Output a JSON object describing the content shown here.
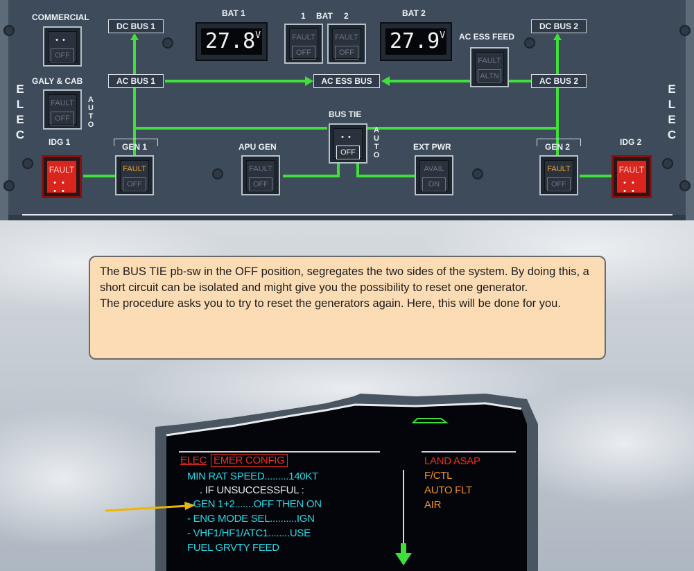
{
  "panel": {
    "commercial": {
      "title": "COMMERCIAL",
      "button": "OFF"
    },
    "galy_cab": {
      "title": "GALY & CAB",
      "fault": "FAULT",
      "off": "OFF",
      "auto": [
        "A",
        "U",
        "T",
        "O"
      ]
    },
    "elec_left": [
      "E",
      "L",
      "E",
      "C"
    ],
    "elec_right": [
      "E",
      "L",
      "E",
      "C"
    ],
    "dc_bus_1": "DC BUS 1",
    "dc_bus_2": "DC BUS 2",
    "ac_bus_1": "AC BUS 1",
    "ac_bus_2": "AC BUS 2",
    "ac_ess_bus": "AC ESS BUS",
    "bat1": {
      "title": "BAT 1",
      "value": "27.8",
      "unit": "V"
    },
    "bat2": {
      "title": "BAT 2",
      "value": "27.9",
      "unit": "V"
    },
    "bat_pb": {
      "title_left": "1",
      "title_mid": "BAT",
      "title_right": "2",
      "fault": "FAULT",
      "off": "OFF"
    },
    "ac_ess_feed": {
      "title": "AC ESS FEED",
      "fault": "FAULT",
      "altn": "ALTN"
    },
    "bus_tie": {
      "title": "BUS TIE",
      "button": "OFF",
      "auto": [
        "A",
        "U",
        "T",
        "O"
      ]
    },
    "idg1": {
      "title": "IDG 1",
      "fault": "FAULT"
    },
    "idg2": {
      "title": "IDG 2",
      "fault": "FAULT"
    },
    "gen1": {
      "title": "GEN 1",
      "fault": "FAULT",
      "off": "OFF"
    },
    "gen2": {
      "title": "GEN 2",
      "fault": "FAULT",
      "off": "OFF"
    },
    "apu_gen": {
      "title": "APU GEN",
      "fault": "FAULT",
      "off": "OFF"
    },
    "ext_pwr": {
      "title": "EXT PWR",
      "avail": "AVAIL",
      "on": "ON"
    },
    "colors": {
      "panel": "#3d4b5a",
      "green_line": "#3fe03a",
      "fault_amber": "#f09d2c",
      "idg_red": "#d9251d"
    }
  },
  "callout": {
    "para1": "The BUS TIE pb-sw in the OFF position, segregates the two sides of the system. By doing this, a short circuit can be isolated and might give you the possibility to reset one generator.",
    "para2": "The procedure asks you to try to reset the generators again. Here, this will be done for you."
  },
  "ecam": {
    "title_left": "ELEC",
    "title_right": "EMER CONFIG",
    "lines": [
      "MIN RAT SPEED.........140KT",
      ". IF UNSUCCESSFUL :",
      "- GEN 1+2.......OFF THEN ON",
      "- ENG MODE SEL..........IGN",
      "- VHF1/HF1/ATC1........USE",
      "FUEL GRVTY FEED"
    ],
    "right_red": "LAND ASAP",
    "right_amber": [
      "F/CTL",
      "AUTO FLT",
      "AIR"
    ],
    "colors": {
      "cyan": "#2ad8e4",
      "red": "#ef2d1a",
      "amber": "#ef8f2b",
      "pointer": "#f0b400"
    }
  }
}
